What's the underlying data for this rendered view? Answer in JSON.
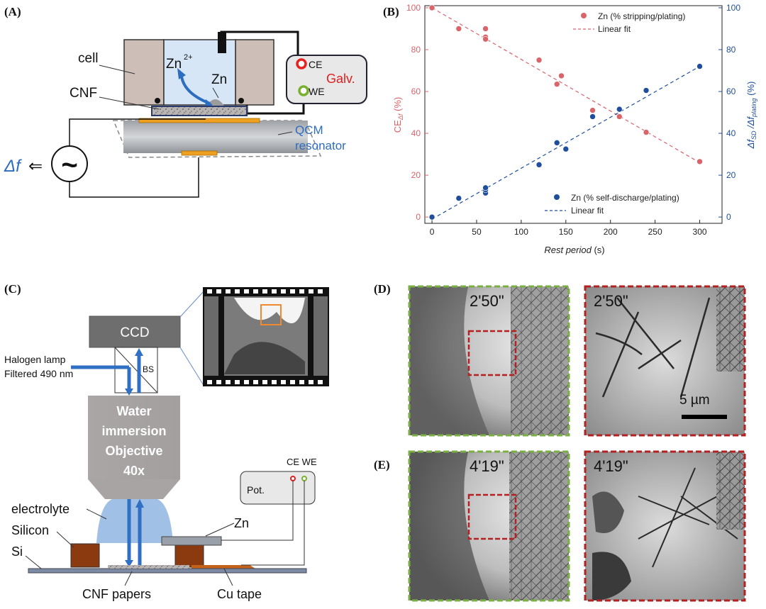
{
  "panelA": {
    "label": "(A)",
    "cell": "cell",
    "cnf": "CNF",
    "zn_ion": "Zn",
    "zn_ion_sup": "2+",
    "zn": "Zn",
    "ce": "CE",
    "we": "WE",
    "galv": "Galv.",
    "qcm1": "QCM",
    "qcm2": "resonator",
    "df": "Δf",
    "arrow": "⇐",
    "tilde": "~"
  },
  "panelB": {
    "label": "(B)",
    "xlabel_italic": "Rest period",
    "xlabel_unit": " (s)",
    "ylabel_left": "CE",
    "ylabel_left_sub": "Δf",
    "ylabel_left_unit": " (%)",
    "ylabel_right_a": "Δf",
    "ylabel_right_a_sub": "SD",
    "ylabel_right_b": " /Δf",
    "ylabel_right_b_sub": "plating",
    "ylabel_right_unit": " (%)",
    "legend_top": [
      "Zn (% stripping/plating)",
      "Linear fit"
    ],
    "legend_bottom": [
      "Zn (% self-discharge/plating)",
      "Linear fit"
    ]
  },
  "chart_data": {
    "type": "scatter",
    "x_ticks": [
      0,
      50,
      100,
      150,
      200,
      250,
      300
    ],
    "y_left_ticks": [
      0,
      20,
      40,
      60,
      80,
      100
    ],
    "y_right_ticks": [
      0,
      20,
      40,
      60,
      80,
      100
    ],
    "xlim": [
      -8,
      325
    ],
    "ylim": [
      -3,
      101
    ],
    "series": [
      {
        "name": "Zn (% stripping/plating)",
        "color": "#d9646a",
        "axis": "left",
        "x": [
          0,
          30,
          60,
          60,
          60,
          120,
          140,
          145,
          180,
          210,
          240,
          300
        ],
        "y": [
          100,
          90,
          90,
          86,
          85,
          75,
          63.5,
          67.5,
          51,
          48,
          40.5,
          26.5
        ],
        "fit": [
          [
            0,
            100
          ],
          [
            300,
            26
          ]
        ]
      },
      {
        "name": "Zn (% self-discharge/plating)",
        "color": "#1f4e9c",
        "axis": "right",
        "x": [
          0,
          30,
          60,
          60,
          60,
          120,
          140,
          150,
          180,
          210,
          240,
          300
        ],
        "y": [
          0,
          9,
          11.5,
          13,
          14,
          25,
          35.5,
          32.5,
          48,
          51.5,
          60.5,
          72
        ],
        "fit": [
          [
            0,
            -1
          ],
          [
            300,
            72
          ]
        ]
      }
    ]
  },
  "panelC": {
    "label": "(C)",
    "ccd": "CCD",
    "lamp1": "Halogen lamp",
    "lamp2": "Filtered 490 nm",
    "bs": "BS",
    "obj": [
      "Water",
      "immersion",
      "Objective",
      "40x"
    ],
    "electrolyte": "electrolyte",
    "silicon": "Silicon",
    "si": "Si",
    "zn": "Zn",
    "pot": "Pot.",
    "cewe": "CE WE",
    "cnf": "CNF papers",
    "cu": "Cu tape"
  },
  "panelD": {
    "label": "(D)",
    "time_left": "2'50\"",
    "time_right": "2'50\"",
    "scale": "5 µm"
  },
  "panelE": {
    "label": "(E)",
    "time_left": "4'19\"",
    "time_right": "4'19\""
  }
}
